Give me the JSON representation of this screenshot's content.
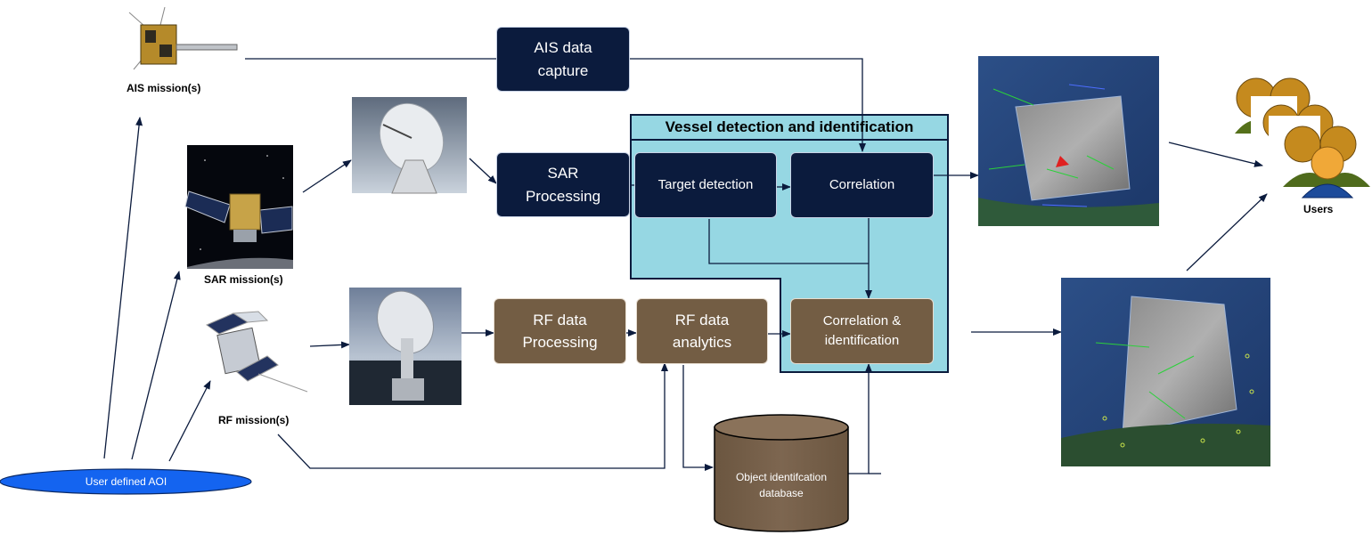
{
  "title": "Vessel detection and identification",
  "missions": {
    "ais": "AIS mission(s)",
    "sar": "SAR mission(s)",
    "rf": "RF mission(s)"
  },
  "aoi": "User defined AOI",
  "boxes": {
    "ais_capture": "AIS data\ncapture",
    "sar_processing": "SAR\nProcessing",
    "target_detection": "Target detection",
    "correlation": "Correlation",
    "rf_processing": "RF data\nProcessing",
    "rf_analytics": "RF data\nanalytics",
    "correlation_identification": "Correlation &\nidentification"
  },
  "database": "Object identifcation\ndatabase",
  "users": "Users",
  "colors": {
    "navy": "#0b1b3d",
    "brown": "#735d44",
    "cyan_panel": "#96d7e3",
    "aoi_blue": "#1464f0"
  },
  "icons": [
    "ais-satellite-icon",
    "sar-satellite-icon",
    "rf-satellite-icon",
    "ground-antenna-icon",
    "users-icon",
    "database-icon"
  ]
}
